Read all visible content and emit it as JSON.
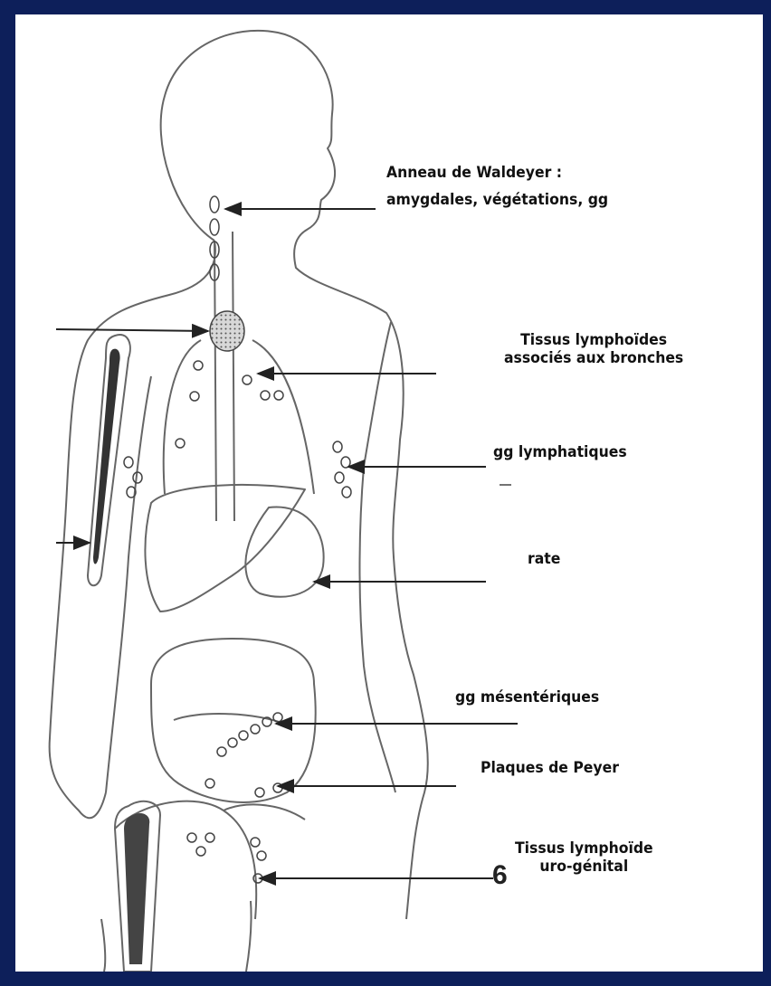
{
  "labels": {
    "waldeyer_line1": "Anneau de Waldeyer :",
    "waldeyer_line2": "amygdales, végétations, gg",
    "bronchi_line1": "Tissus lymphoïdes",
    "bronchi_line2": "associés aux bronches",
    "lymph_nodes": "gg lymphatiques",
    "spleen": "rate",
    "mesenteric": "gg mésentériques",
    "peyer": "Plaques de Peyer",
    "urogenital_line1": "Tissus lymphoïde",
    "urogenital_line2": "uro-génital",
    "number": "6"
  },
  "colors": {
    "frame": "#0d1f5a",
    "panel": "#ffffff",
    "outline": "#555555",
    "arrow": "#222222"
  }
}
